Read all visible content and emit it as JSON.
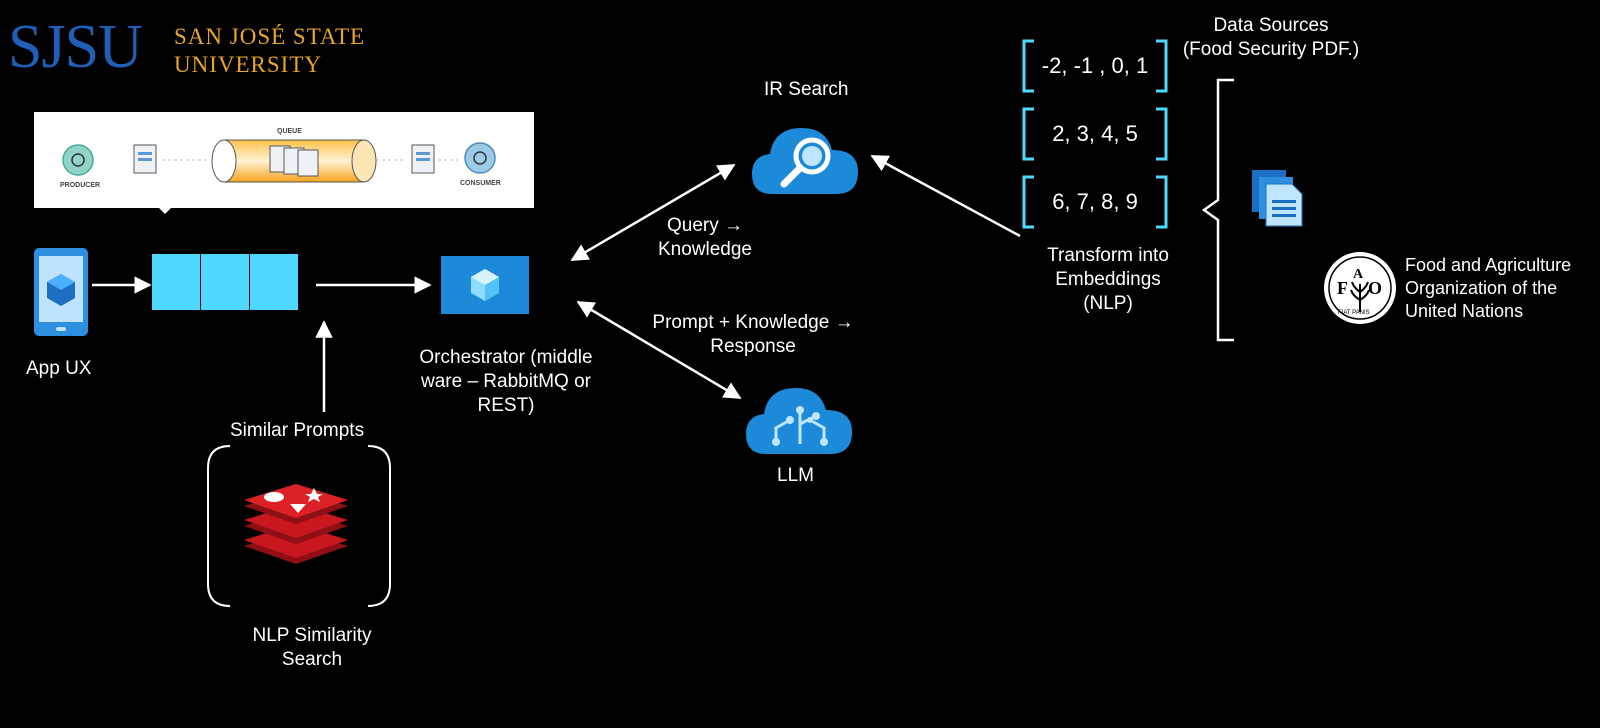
{
  "header": {
    "logo_mark": "SJSU",
    "logo_line1": "SAN JOSÉ STATE",
    "logo_line2": "UNIVERSITY"
  },
  "queue_panel": {
    "queue_label": "QUEUE",
    "producer_label": "PRODUCER",
    "consumer_label": "CONSUMER"
  },
  "nodes": {
    "app_ux": "App UX",
    "similar_prompts": "Similar Prompts",
    "nlp_similarity_line1": "NLP Similarity",
    "nlp_similarity_line2": "Search",
    "orchestrator_line1": "Orchestrator (middle",
    "orchestrator_line2": "ware – RabbitMQ or",
    "orchestrator_line3": "REST)",
    "ir_search": "IR Search",
    "llm": "LLM",
    "query_line1": "Query →",
    "query_line2": "Knowledge",
    "prompt_line1": "Prompt + Knowledge →",
    "prompt_line2": "Response",
    "transform_line1": "Transform into",
    "transform_line2": "Embeddings",
    "transform_line3": "(NLP)",
    "data_sources_line1": "Data Sources",
    "data_sources_line2": "(Food Security PDF.)"
  },
  "embeddings": [
    "-2, -1 , 0, 1",
    "2, 3, 4, 5",
    "6, 7, 8, 9"
  ],
  "fao": {
    "line1": "Food and Agriculture",
    "line2": "Organization of the",
    "line3": "United Nations",
    "seal_text": "FIAT PANIS"
  },
  "colors": {
    "background": "#000000",
    "sjsu_blue": "#1f5fb8",
    "sjsu_gold": "#e8a52a",
    "cyan": "#4fd9ff",
    "azure": "#1c8ad9",
    "redis_red": "#c8171e"
  }
}
